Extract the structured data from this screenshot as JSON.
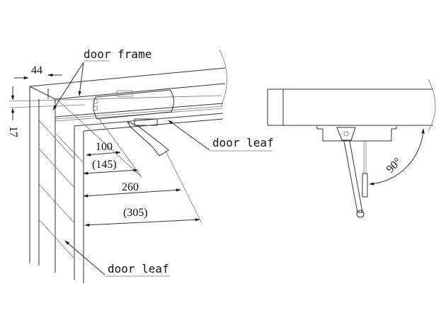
{
  "labels": {
    "door_frame": "door frame",
    "door_leaf_top": "door leaf",
    "door_leaf_bottom": "door leaf"
  },
  "dimensions": {
    "frame_width": "44",
    "frame_depth": "17",
    "d100": "100",
    "d145": "(145)",
    "d260": "260",
    "d305": "(305)",
    "angle": "90°"
  }
}
